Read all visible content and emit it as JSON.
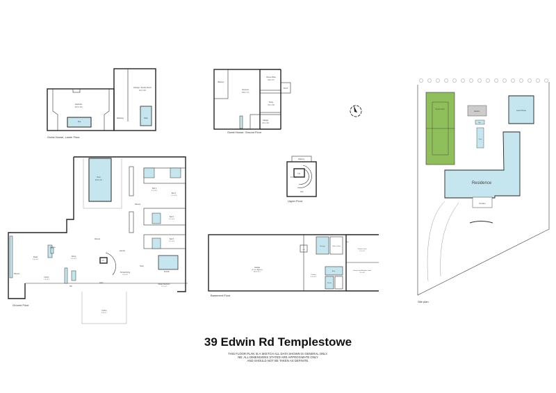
{
  "title": "39 Edwin Rd Templestowe",
  "disclaimer": [
    "THIS FLOOR PLAN IS A SKETCH ALL DATA SHOWN IS GENERAL ONLY.",
    "NB: ALL DIMENSIONS STATED ARE APPROXIMATE ONLY",
    "AND SHOULD NOT BE TAKEN AS DEFINITE."
  ],
  "colors": {
    "wall": "#222222",
    "wet_area": "#c5e6ef",
    "tennis": "#8fbf5a",
    "residence": "#c5e6ef",
    "gazebo": "#cccccc"
  },
  "plans": {
    "guest_lower": {
      "caption": "Guest House, Lower Floor",
      "rooms": {
        "gazebo": "Gazebo",
        "gazebo_dim": "10.0 x 6.0",
        "spa": "Spa",
        "spa_dim": "4.0 x 2.0",
        "walkway": "Walkway",
        "change": "Change / Sundry Room",
        "change_dim": "6.0 x 3.8",
        "bath": "Bath"
      }
    },
    "guest_ground": {
      "caption": "Guest House, Ground Floor",
      "rooms": {
        "balcony": "Balcony",
        "rumpus": "Rumpus",
        "rumpus_dim": "8.8 x 7.4",
        "home_office": "Home Office",
        "home_office_dim": "3.6 x 3.7",
        "porch": "Porch",
        "study": "Study",
        "study_dim": "3.6 x 3.6",
        "garage": "Garage",
        "garage_dim": "6.0 x 3.6"
      }
    },
    "upper": {
      "caption": "Upper Floor",
      "rooms": {
        "balcony": "Balcony",
        "lift": "Lift",
        "void": "Void",
        "dim": "8.2 x 6.8"
      }
    },
    "ground": {
      "caption": "Ground Floor",
      "rooms": {
        "pool": "Pool",
        "pool_dim": "10.0 x 4.0",
        "alfresco_top": "Alfresco",
        "alfresco_main": "Alfresco",
        "alfresco_left": "Alfresco",
        "bbq": "BBQ Area",
        "bed2": "Bed 2",
        "bed2_dim": "4.1 x 3.8",
        "bed3": "Bed 3",
        "bed3_dim": "5.1 x 3.8",
        "bed4": "Bed 4",
        "bed4_dim": "4.1 x 4.0",
        "bed5": "Bed 5",
        "bed5_dim": "4.1 x 4.0",
        "ens": "ENS",
        "wir": "WIR",
        "robe": "Robe",
        "wardrobe": "Wardrobe",
        "meals": "Meals",
        "meals_dim": "6.0 x 4.3",
        "kitchen": "Kitchen",
        "kitchen_dim": "6.0 x 3.2",
        "wip": "WIP",
        "dining": "Dining",
        "dining_dim": "6.2 x 4.2",
        "lift": "Lift",
        "laundry": "Laundry",
        "family": "Family",
        "family_dim": "7.6 x 6.7",
        "bar": "Bar",
        "bar_dim": "4.0 x 1.7",
        "entry": "Entry",
        "formal_dining": "Formal Dining",
        "formal_dining_dim": "7.4 x 4.3",
        "study": "Study",
        "study_dim": "3.3 x 2.7",
        "ensuite": "Ensuite",
        "master": "Master Bedroom",
        "master_dim": "5.7 x 4.2",
        "portico": "Portico",
        "portico_dim": "6.8 x 4.7"
      }
    },
    "basement": {
      "caption": "Basement Floor",
      "rooms": {
        "garage": "Garage",
        "garage_sub": "( 8 Cars Approx )",
        "garage_dim": "18.4 x 11.7",
        "lift": "Lift",
        "up": "Up",
        "storage": "Storage",
        "wine": "Wine Cellar",
        "bar": "Bar",
        "cinema": "Cinema",
        "cinema_dim": "6.0 x 4.3",
        "bath": "Bath",
        "sauna": "Sauna",
        "shower": "Shower",
        "theatre": "Theatre room",
        "theatre_dim": "7.0 x 5.0",
        "games": "Games and Rumpus room",
        "games_dim": "7.0 x 6.0"
      }
    },
    "site": {
      "caption": "Site plan",
      "labels": {
        "tennis": "Tennis Court",
        "gazebo": "Gazebo",
        "spa": "Spa",
        "pool": "Pool",
        "guest_house": "Guest House",
        "residence": "Residence",
        "portico": "Portico"
      }
    }
  },
  "compass_icon": "north-arrow"
}
